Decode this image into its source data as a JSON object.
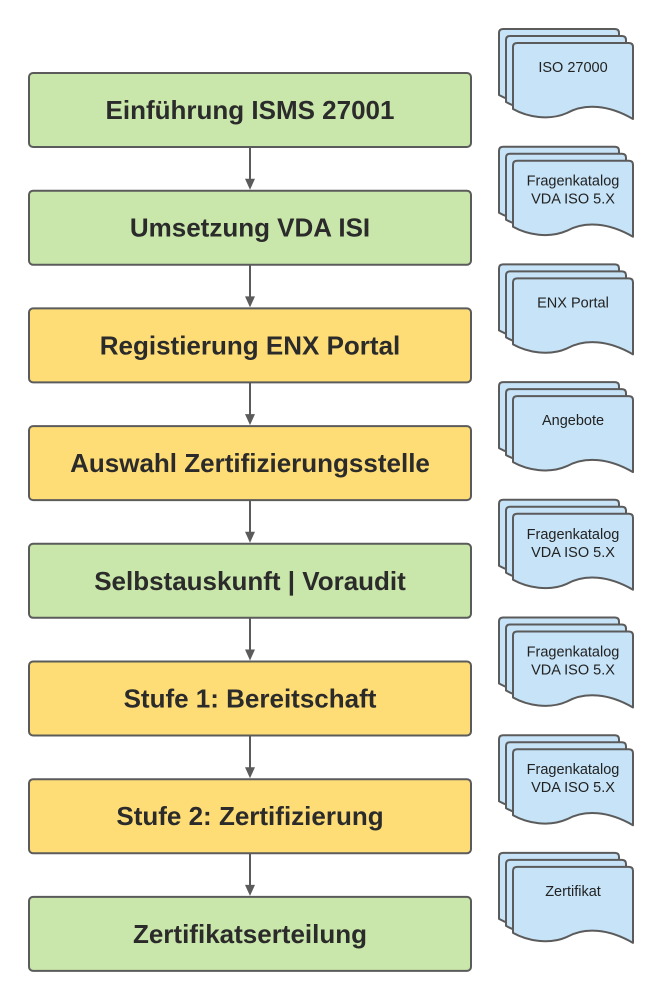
{
  "colors": {
    "green": "#c9e7aa",
    "yellow": "#fedd76",
    "doc_blue": "#c6e3f7",
    "stroke": "#5b5b5b",
    "arrow": "#5b5b5b"
  },
  "steps": [
    {
      "label": "Einführung ISMS 27001",
      "color": "green",
      "doc": [
        "ISO 27000"
      ]
    },
    {
      "label": "Umsetzung VDA ISI",
      "color": "green",
      "doc": [
        "Fragenkatalog",
        "VDA ISO 5.X"
      ]
    },
    {
      "label": "Registierung ENX Portal",
      "color": "yellow",
      "doc": [
        "ENX Portal"
      ]
    },
    {
      "label": "Auswahl Zertifizierungsstelle",
      "color": "yellow",
      "doc": [
        "Angebote"
      ]
    },
    {
      "label": "Selbstauskunft | Voraudit",
      "color": "green",
      "doc": [
        "Fragenkatalog",
        "VDA ISO 5.X"
      ]
    },
    {
      "label": "Stufe 1: Bereitschaft",
      "color": "yellow",
      "doc": [
        "Fragenkatalog",
        "VDA ISO 5.X"
      ]
    },
    {
      "label": "Stufe 2: Zertifizierung",
      "color": "yellow",
      "doc": [
        "Fragenkatalog",
        "VDA ISO 5.X"
      ]
    },
    {
      "label": "Zertifikatserteilung",
      "color": "green",
      "doc": [
        "Zertifikat"
      ]
    }
  ]
}
